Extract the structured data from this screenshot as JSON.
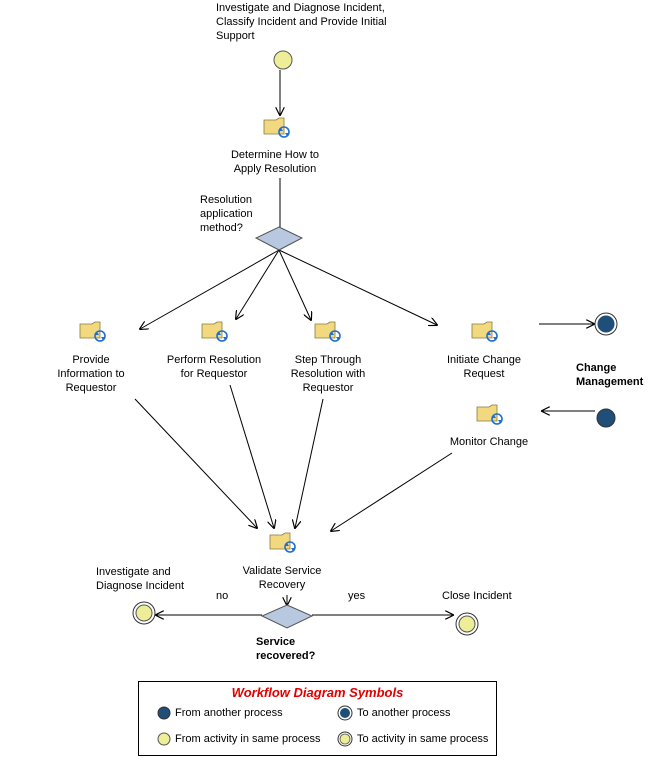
{
  "nodes": {
    "start_label": "Investigate and Diagnose Incident, Classify Incident and Provide Initial Support",
    "determine": "Determine How to Apply Resolution",
    "decision1": "Resolution application method?",
    "provide_info": "Provide Information to Requestor",
    "perform_resolution": "Perform Resolution for Requestor",
    "step_through": "Step Through Resolution with Requestor",
    "initiate_change": "Initiate Change Request",
    "change_management": "Change Management",
    "monitor_change": "Monitor Change",
    "validate": "Validate Service Recovery",
    "decision2": "Service recovered?",
    "investigate_end": "Investigate and Diagnose Incident",
    "close_incident": "Close Incident",
    "no_label": "no",
    "yes_label": "yes"
  },
  "legend": {
    "title": "Workflow Diagram Symbols",
    "from_another": "From another process",
    "to_another": "To another process",
    "from_activity": "From activity in same process",
    "to_activity": "To activity in same process"
  },
  "colors": {
    "navy": "#1f4e79",
    "yellow": "#eeee99",
    "diamond": "#b8c8e0",
    "task": "#f2d980",
    "refresh": "#1f6fd0",
    "legend_title": "#e00000"
  }
}
